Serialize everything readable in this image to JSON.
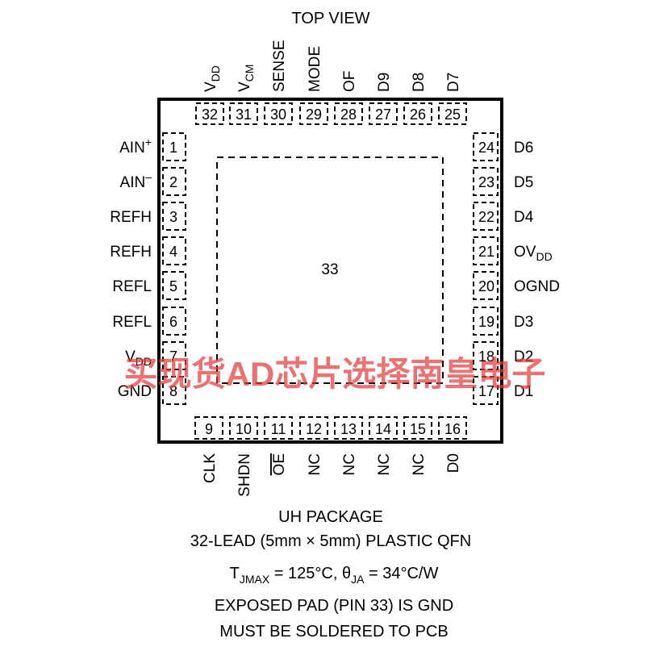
{
  "top_view_label": "TOP VIEW",
  "exposed_pad_number": "33",
  "pins_top": [
    {
      "num": "32",
      "name": "V",
      "sub": "DD"
    },
    {
      "num": "31",
      "name": "V",
      "sub": "CM"
    },
    {
      "num": "30",
      "name": "SENSE",
      "sub": ""
    },
    {
      "num": "29",
      "name": "MODE",
      "sub": ""
    },
    {
      "num": "28",
      "name": "OF",
      "sub": ""
    },
    {
      "num": "27",
      "name": "D9",
      "sub": ""
    },
    {
      "num": "26",
      "name": "D8",
      "sub": ""
    },
    {
      "num": "25",
      "name": "D7",
      "sub": ""
    }
  ],
  "pins_left": [
    {
      "num": "1",
      "name": "AIN",
      "sup": "+",
      "sub": ""
    },
    {
      "num": "2",
      "name": "AIN",
      "sup": "–",
      "sub": ""
    },
    {
      "num": "3",
      "name": "REFH",
      "sup": "",
      "sub": ""
    },
    {
      "num": "4",
      "name": "REFH",
      "sup": "",
      "sub": ""
    },
    {
      "num": "5",
      "name": "REFL",
      "sup": "",
      "sub": ""
    },
    {
      "num": "6",
      "name": "REFL",
      "sup": "",
      "sub": ""
    },
    {
      "num": "7",
      "name": "V",
      "sup": "",
      "sub": "DD"
    },
    {
      "num": "8",
      "name": "GND",
      "sup": "",
      "sub": ""
    }
  ],
  "pins_right": [
    {
      "num": "24",
      "name": "D6",
      "sub": ""
    },
    {
      "num": "23",
      "name": "D5",
      "sub": ""
    },
    {
      "num": "22",
      "name": "D4",
      "sub": ""
    },
    {
      "num": "21",
      "name": "OV",
      "sub": "DD"
    },
    {
      "num": "20",
      "name": "OGND",
      "sub": ""
    },
    {
      "num": "19",
      "name": "D3",
      "sub": ""
    },
    {
      "num": "18",
      "name": "D2",
      "sub": ""
    },
    {
      "num": "17",
      "name": "D1",
      "sub": ""
    }
  ],
  "pins_bottom": [
    {
      "num": "9",
      "name": "CLK",
      "overline": false
    },
    {
      "num": "10",
      "name": "SHDN",
      "overline": false
    },
    {
      "num": "11",
      "name": "OE",
      "overline": true
    },
    {
      "num": "12",
      "name": "NC",
      "overline": false
    },
    {
      "num": "13",
      "name": "NC",
      "overline": false
    },
    {
      "num": "14",
      "name": "NC",
      "overline": false
    },
    {
      "num": "15",
      "name": "NC",
      "overline": false
    },
    {
      "num": "16",
      "name": "D0",
      "overline": false
    }
  ],
  "package": {
    "line1": "UH PACKAGE",
    "line2": "32-LEAD (5mm × 5mm) PLASTIC QFN",
    "thermal_t": "T",
    "thermal_t_sub": "JMAX",
    "thermal_t_value": " = 125°C, ",
    "thermal_theta": "θ",
    "thermal_theta_sub": "JA",
    "thermal_theta_value": " = 34°C/W",
    "line4": "EXPOSED PAD (PIN 33) IS GND",
    "line5": "MUST BE SOLDERED TO PCB"
  },
  "watermark": "买现货AD芯片选择南皇电子"
}
